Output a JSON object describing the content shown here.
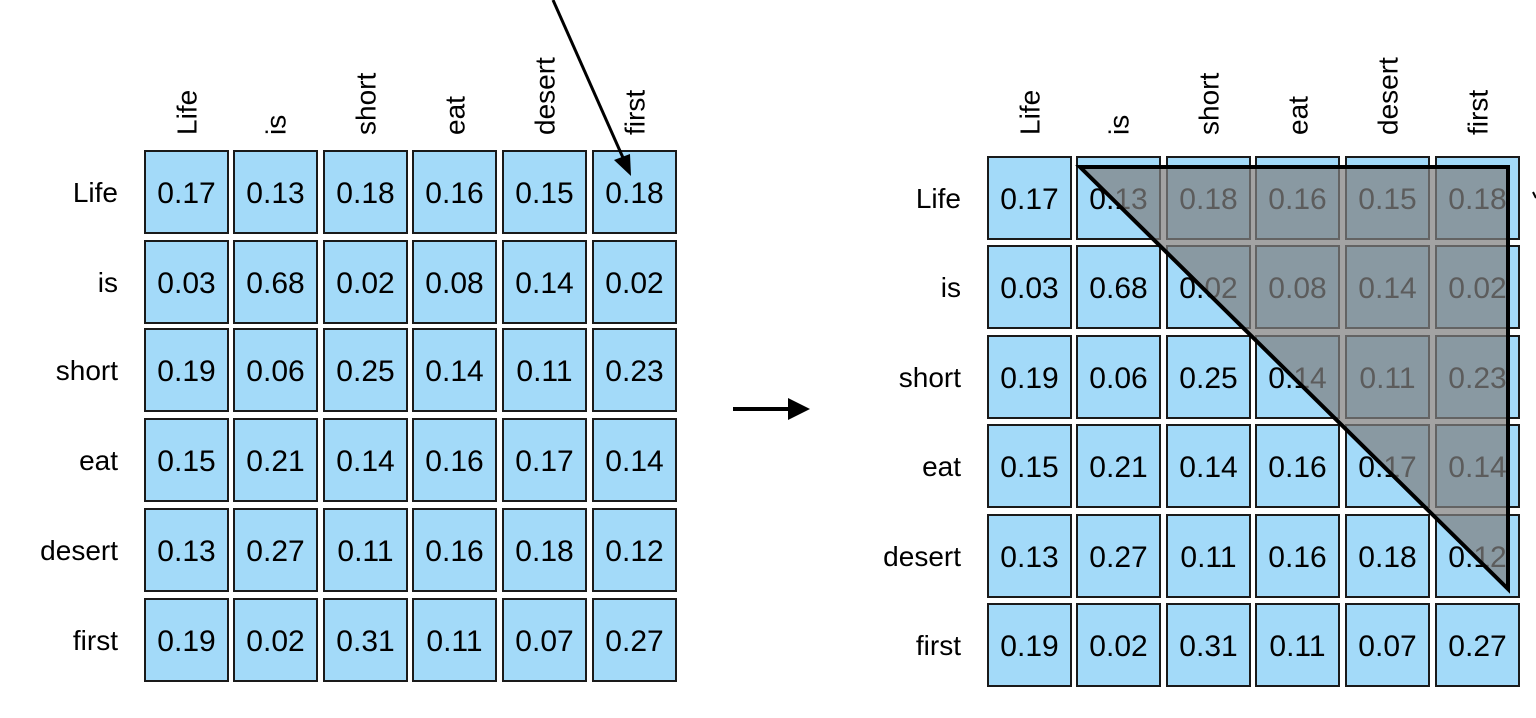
{
  "tokens": [
    "Life",
    "is",
    "short",
    "eat",
    "desert",
    "first"
  ],
  "scores": [
    [
      "0.17",
      "0.13",
      "0.18",
      "0.16",
      "0.15",
      "0.18"
    ],
    [
      "0.03",
      "0.68",
      "0.02",
      "0.08",
      "0.14",
      "0.02"
    ],
    [
      "0.19",
      "0.06",
      "0.25",
      "0.14",
      "0.11",
      "0.23"
    ],
    [
      "0.15",
      "0.21",
      "0.14",
      "0.16",
      "0.17",
      "0.14"
    ],
    [
      "0.13",
      "0.27",
      "0.11",
      "0.16",
      "0.18",
      "0.12"
    ],
    [
      "0.19",
      "0.02",
      "0.31",
      "0.11",
      "0.07",
      "0.27"
    ]
  ],
  "colors": {
    "cell_fill": "#a3daf9",
    "cell_border": "#1a1a1a",
    "mask_fill": "#7f7f7f",
    "text": "#000000"
  }
}
